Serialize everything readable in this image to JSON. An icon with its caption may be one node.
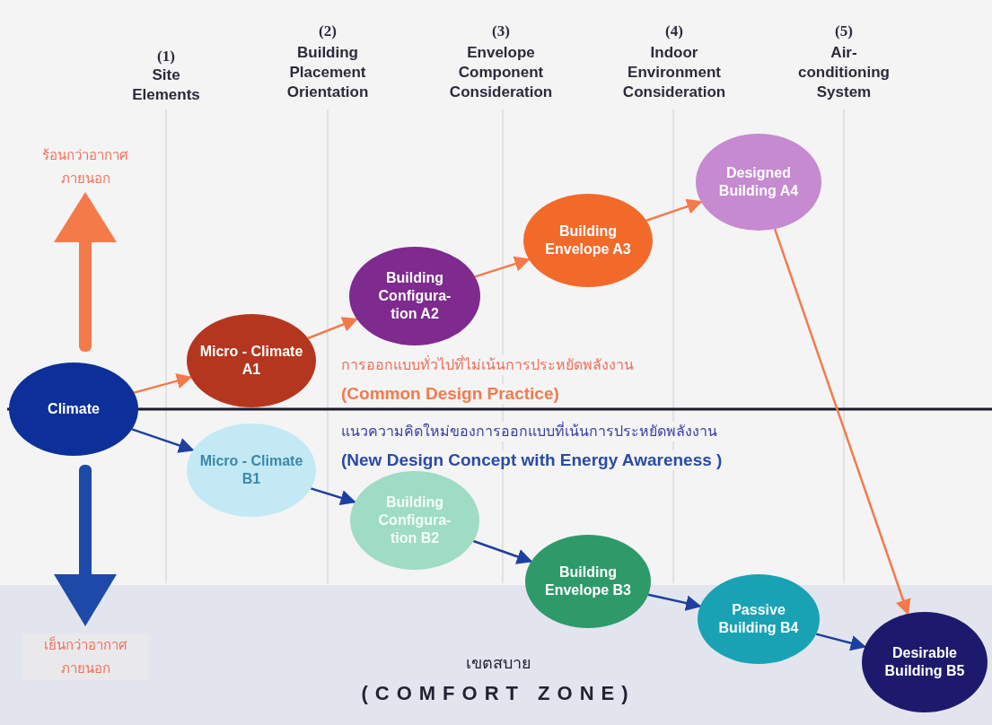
{
  "diagram": {
    "nodes": [
      {
        "text": [
          "Climate"
        ]
      },
      {
        "text": [
          "Micro - Climate A1"
        ]
      },
      {
        "text": [
          "Building Configura- tion A2"
        ]
      },
      {
        "text": [
          "Building Envelope A3"
        ]
      },
      {
        "text": [
          "Designed Building A4"
        ]
      },
      {
        "text": [
          "Micro - Climate B1"
        ]
      },
      {
        "text": [
          "Building Configura- tion B2"
        ]
      },
      {
        "text": [
          "Building Envelope B3"
        ]
      },
      {
        "text": [
          "Passive Building B4"
        ]
      },
      {
        "text": [
          "Desirable Building B5"
        ]
      }
    ],
    "edges": [
      {
        "from": 0,
        "to": 1,
        "arrow": "to",
        "color": "#f47a4a"
      },
      {
        "from": 1,
        "to": 2,
        "arrow": "to",
        "color": "#f47a4a"
      },
      {
        "from": 2,
        "to": 3,
        "arrow": "to",
        "color": "#f47a4a"
      },
      {
        "from": 3,
        "to": 4,
        "arrow": "to",
        "color": "#f47a4a"
      },
      {
        "from": 4,
        "to": 9,
        "arrow": "to",
        "color": "#f47a4a"
      },
      {
        "from": 0,
        "to": 5,
        "arrow": "to",
        "color": "#1d3fa0"
      },
      {
        "from": 5,
        "to": 6,
        "arrow": "to",
        "color": "#1d3fa0"
      },
      {
        "from": 6,
        "to": 7,
        "arrow": "to",
        "color": "#1d3fa0"
      },
      {
        "from": 7,
        "to": 8,
        "arrow": "to",
        "color": "#1d3fa0"
      },
      {
        "from": 8,
        "to": 9,
        "arrow": "to",
        "color": "#1d3fa0"
      }
    ],
    "labels": [
      "(1)",
      "Site Elements",
      "(2)",
      "Building Placement Orientation",
      "(3)",
      "Envelope Component Consideration",
      "(4)",
      "Indoor Environment Consideration",
      "(5)",
      "Air- conditioning System",
      "ร้อนกว่าอากาศ ภายนอก",
      "การออกแบบทั่วไปที่ไม่เน้นการประหยัดพลังงาน",
      "(Common Design Practice)",
      "แนวความคิดใหม่ของการออกแบบที่เน้นการประหยัดพลังงาน",
      "(New Design Concept with Energy Awareness )",
      "เย็นกว่าอากาศ ภายนอก",
      "เขตสบาย",
      "(COMFORT ZONE)"
    ]
  }
}
